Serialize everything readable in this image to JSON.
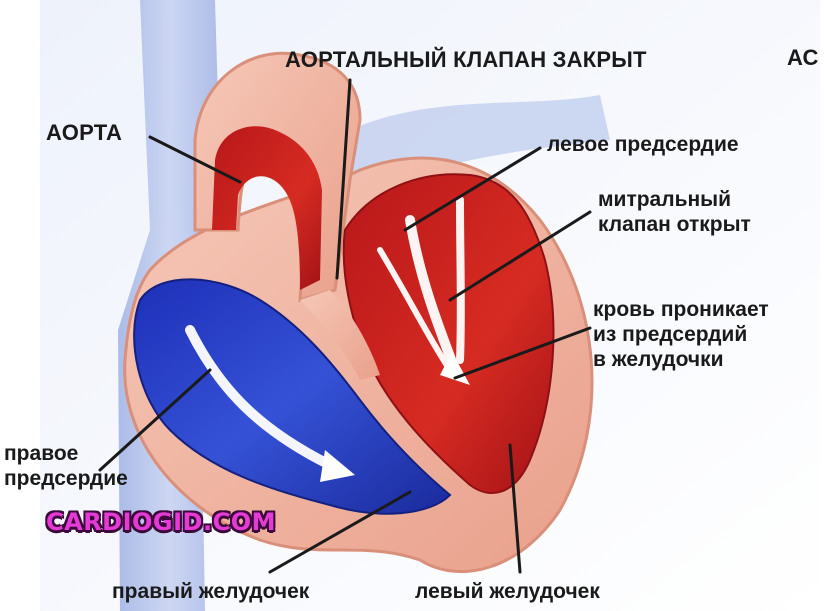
{
  "labels": {
    "aortic_valve": "АОРТАЛЬНЫЙ КЛАПАН ЗАКРЫТ",
    "cut_title": "АС",
    "aorta": "АОРТА",
    "left_atrium": "левое предсердие",
    "mitral_valve": "митральный\nклапан открыт",
    "blood_flow": "кровь проникает\nиз предсердий\nв желудочки",
    "right_atrium": "правое\nпредсердие",
    "right_ventricle": "правый желудочек",
    "left_ventricle": "левый желудочек"
  },
  "watermark": "CARDIOGID.COM",
  "colors": {
    "oxygenated": "#c41e1e",
    "deoxygenated": "#2a47c9",
    "muscle": "#f2b7a3",
    "vessel": "#aebde8",
    "text": "#1a1a1a",
    "watermark": "#e63ad6"
  }
}
